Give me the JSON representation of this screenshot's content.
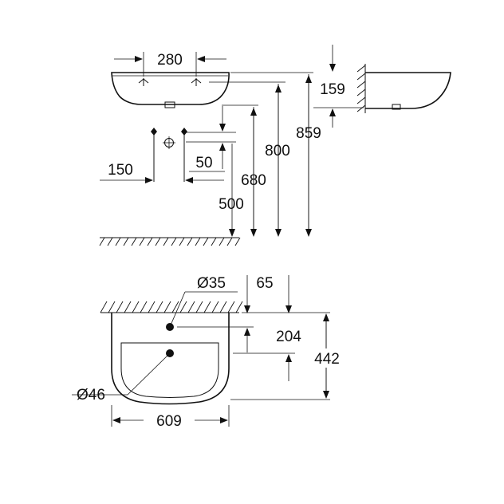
{
  "dimensions": {
    "width_top": "280",
    "depth": "159",
    "height_859": "859",
    "height_800": "800",
    "height_680": "680",
    "height_500": "500",
    "offset_50": "50",
    "spacing_150": "150",
    "tap_hole": "Ø35",
    "offset_65": "65",
    "depth_204": "204",
    "depth_442": "442",
    "waste_hole": "Ø46",
    "width_609": "609"
  }
}
